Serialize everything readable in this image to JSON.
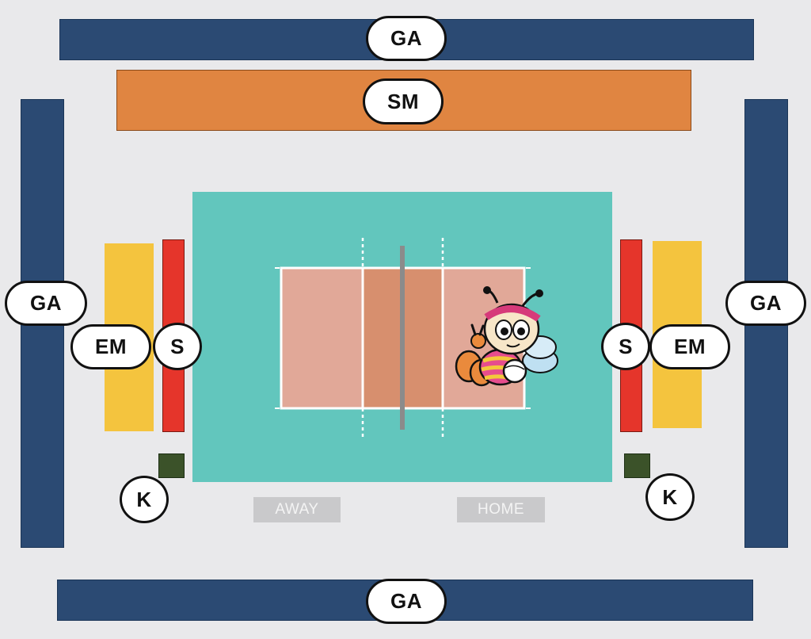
{
  "colors": {
    "general_admission": "#2b4a73",
    "special_seat": "#e08541",
    "excite_seat": "#f4c43e",
    "s_seat": "#e5352b",
    "k_seat": "#3b5229",
    "court": "#62c6bd",
    "playing_area": "#e1a898",
    "attack_zone": "#d78f6e",
    "net": "#8b8b8b"
  },
  "labels": {
    "ga_top": "GA",
    "sm": "SM",
    "ga_left": "GA",
    "ga_right": "GA",
    "em_left": "EM",
    "s_left": "S",
    "em_right": "EM",
    "s_right": "S",
    "k_left": "K",
    "k_right": "K",
    "ga_bottom": "GA"
  },
  "teams": {
    "away": "AWAY",
    "home": "HOME"
  },
  "icons": {
    "mascot": "bee-mascot-icon"
  }
}
